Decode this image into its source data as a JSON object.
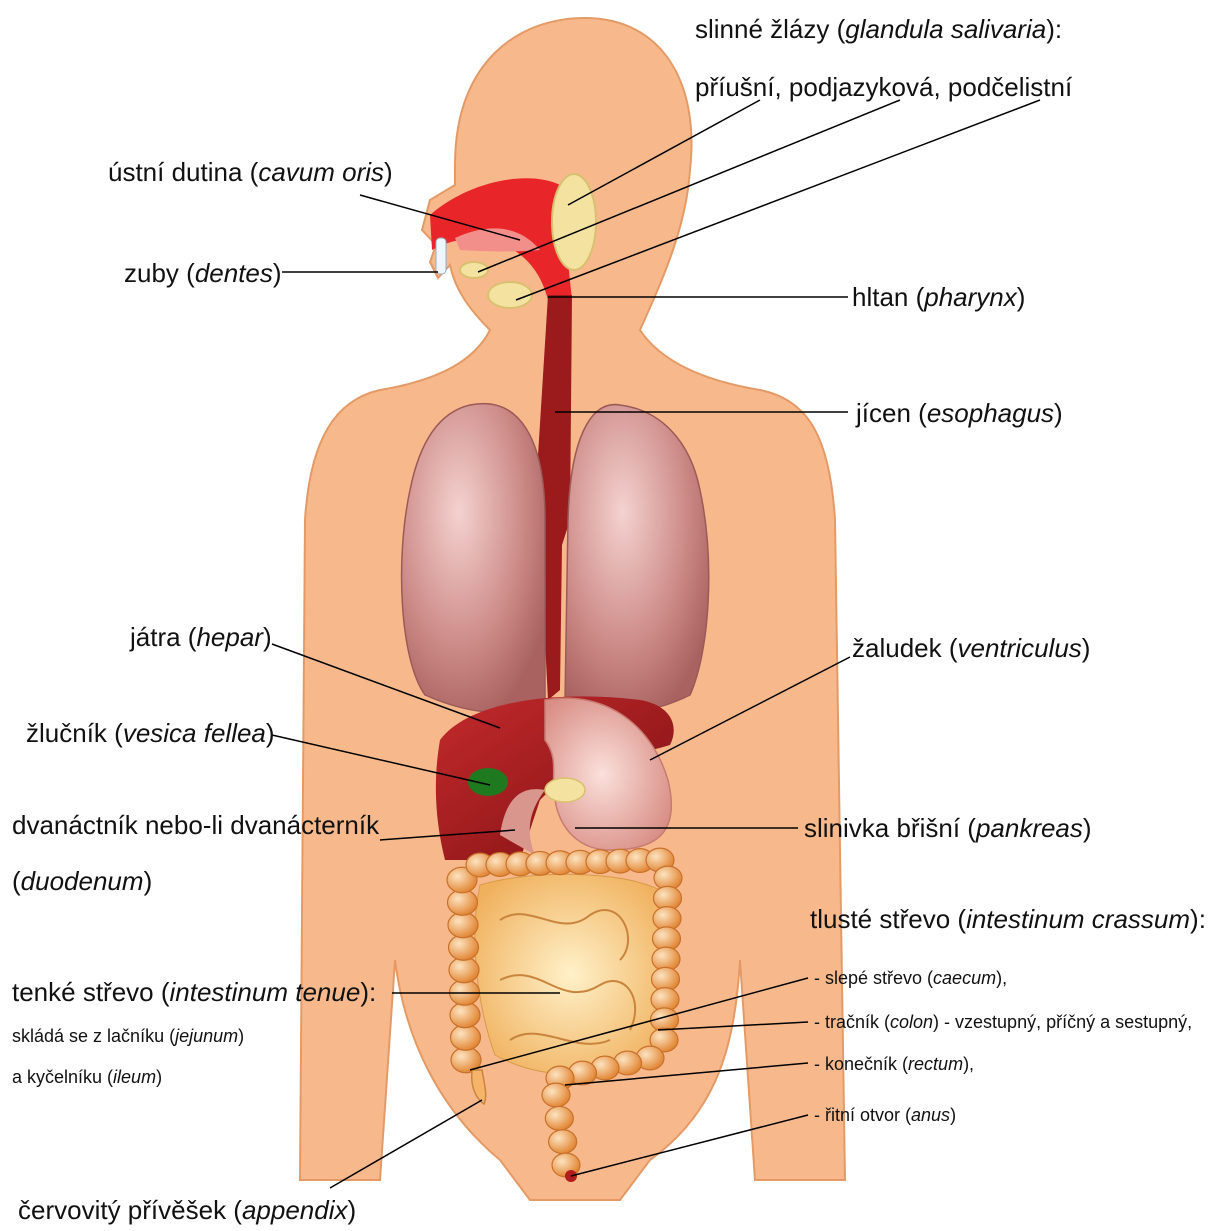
{
  "labels": {
    "salivary_title": {
      "pre": "slinné žlázy (",
      "latin": "glandula salivaria",
      "post": "):"
    },
    "salivary_list": {
      "pre": "příušní, podjazyková, podčelistní",
      "latin": "",
      "post": ""
    },
    "oral_cavity": {
      "pre": "ústní dutina (",
      "latin": "cavum oris",
      "post": ")"
    },
    "teeth": {
      "pre": "zuby (",
      "latin": "dentes",
      "post": ")"
    },
    "pharynx": {
      "pre": "hltan (",
      "latin": "pharynx",
      "post": ")"
    },
    "esophagus": {
      "pre": "jícen (",
      "latin": "esophagus",
      "post": ")"
    },
    "liver": {
      "pre": "játra (",
      "latin": "hepar",
      "post": ")"
    },
    "stomach": {
      "pre": "žaludek (",
      "latin": "ventriculus",
      "post": ")"
    },
    "gallbladder": {
      "pre": "žlučník (",
      "latin": "vesica fellea",
      "post": ")"
    },
    "duodenum_1": {
      "pre": "dvanáctník nebo-li dvanácterník",
      "latin": "",
      "post": ""
    },
    "duodenum_2": {
      "pre": "(",
      "latin": "duodenum",
      "post": ")"
    },
    "pancreas": {
      "pre": "slinivka břišní (",
      "latin": "pankreas",
      "post": ")"
    },
    "large_int_title": {
      "pre": "tlusté střevo (",
      "latin": "intestinum crassum",
      "post": "):"
    },
    "caecum": {
      "pre": "- slepé střevo (",
      "latin": "caecum",
      "post": "),"
    },
    "colon": {
      "pre": "- tračník (",
      "latin": "colon",
      "post": ") - vzestupný, příčný a sestupný,"
    },
    "rectum": {
      "pre": "- konečník (",
      "latin": "rectum",
      "post": "),"
    },
    "anus": {
      "pre": "- řitní otvor (",
      "latin": "anus",
      "post": ")"
    },
    "small_int_title": {
      "pre": "tenké střevo (",
      "latin": "intestinum tenue",
      "post": "):"
    },
    "small_int_line1": {
      "pre": "skládá se z lačníku (",
      "latin": "jejunum",
      "post": ")"
    },
    "small_int_line2": {
      "pre": "a kyčelníku (",
      "latin": "ileum",
      "post": ")"
    },
    "appendix": {
      "pre": "červovitý přívěšek (",
      "latin": "appendix",
      "post": ")"
    }
  },
  "colors": {
    "skin": "#f7b98c",
    "skin_edge": "#e0935f",
    "lung": "#c98686",
    "liver": "#a0191c",
    "esophagus": "#9b1a1c",
    "mouth": "#e8262a",
    "gallbladder": "#1f7a1f",
    "gland": "#f3e2a0",
    "intestine": "#ef9c4a",
    "small_intestine": "#f7d08a",
    "stomach": "#efb0a6",
    "leader": "#000000"
  }
}
